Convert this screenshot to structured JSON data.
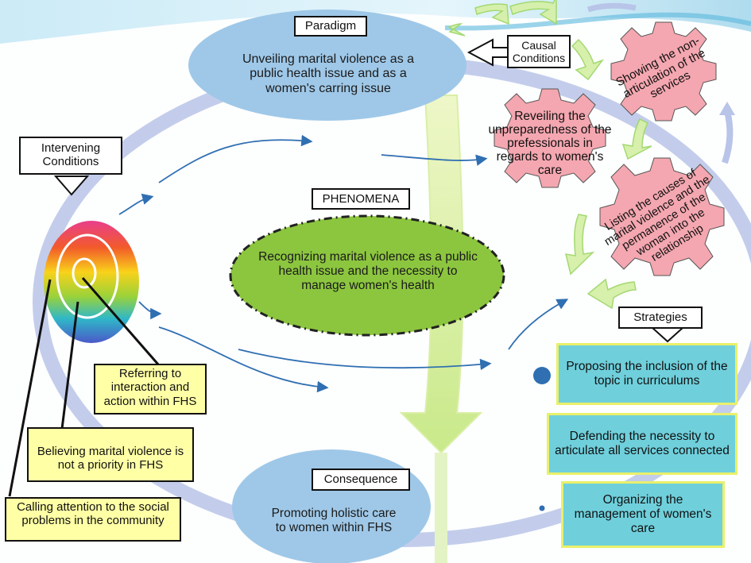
{
  "paradigm": {
    "label": "Paradigm",
    "text": "Unveiling marital violence as a public health issue and as a women's carring issue"
  },
  "phenomena": {
    "label": "PHENOMENA",
    "text": "Recognizing marital violence as a public health issue and the necessity to manage women's health"
  },
  "consequence": {
    "label": "Consequence",
    "text": "Promoting holistic care to women within  FHS"
  },
  "causal_conditions": {
    "label": "Causal Conditions"
  },
  "intervening_conditions": {
    "label": "Intervening Conditions",
    "items": [
      "Referring to interaction and action within FHS",
      "Believing marital violence is not a priority in FHS",
      "Calling attention to the social problems in the community"
    ]
  },
  "causal_gears": [
    "Showing the non-articulation of the services",
    "Reveiling the unpreparedness of the prefessionals in regards to women's care",
    "Listing the causes of marital violence and the permanence of the woman into the relationship"
  ],
  "strategies": {
    "label": "Strategies",
    "items": [
      "Proposing the inclusion of the topic in curriculums",
      "Defending the necessity to articulate all services connected",
      "Organizing the management of women's care"
    ]
  },
  "colors": {
    "ellipse_blue": "#9fc8e8",
    "phenomena_green": "#8cc63f",
    "gear_pink": "#f4a7b0",
    "strategy_teal": "#6fd0dc",
    "note_yellow": "#ffffa6",
    "ring_lavender": "#b8c4e8",
    "arrow_blue": "#2f6fb2"
  }
}
